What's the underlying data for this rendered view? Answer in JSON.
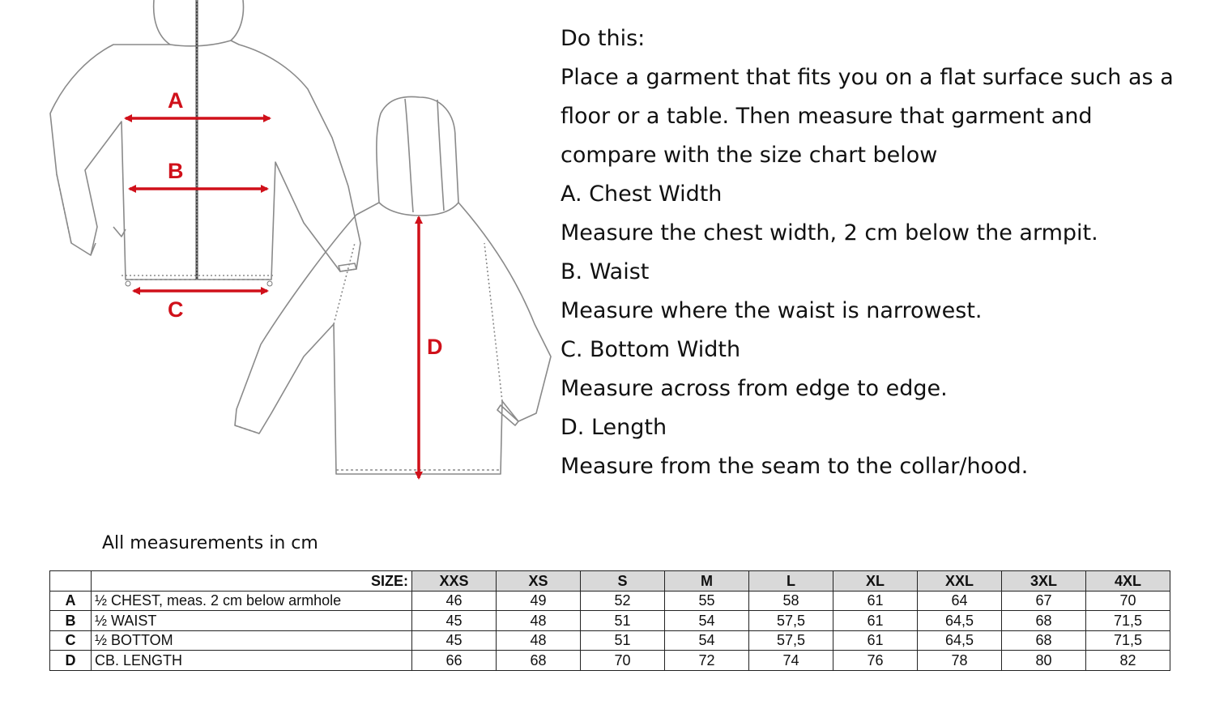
{
  "diagram": {
    "labels": {
      "a": "A",
      "b": "B",
      "c": "C",
      "d": "D"
    },
    "colors": {
      "arrow": "#d0101a",
      "outline": "#8a8a8a"
    }
  },
  "instructions": {
    "heading": "Do this:",
    "intro": [
      "Place a garment that fits you on a flat surface such as a",
      "floor or a table. Then measure that garment and",
      "compare with the size chart below"
    ],
    "a_title": "A. Chest Width",
    "a_text": "Measure the chest width, 2 cm below the armpit.",
    "b_title": "B. Waist",
    "b_text": "Measure where the waist is narrowest.",
    "c_title": "C. Bottom Width",
    "c_text": "Measure across from edge to edge.",
    "d_title": "D. Length",
    "d_text": "Measure from the seam to the collar/hood."
  },
  "units_note": "All measurements in cm",
  "size_table": {
    "size_label": "SIZE:",
    "sizes": [
      "XXS",
      "XS",
      "S",
      "M",
      "L",
      "XL",
      "XXL",
      "3XL",
      "4XL"
    ],
    "rows": [
      {
        "letter": "A",
        "desc": "½ CHEST, meas. 2 cm below armhole",
        "values": [
          "46",
          "49",
          "52",
          "55",
          "58",
          "61",
          "64",
          "67",
          "70"
        ]
      },
      {
        "letter": "B",
        "desc": "½ WAIST",
        "values": [
          "45",
          "48",
          "51",
          "54",
          "57,5",
          "61",
          "64,5",
          "68",
          "71,5"
        ]
      },
      {
        "letter": "C",
        "desc": "½ BOTTOM",
        "values": [
          "45",
          "48",
          "51",
          "54",
          "57,5",
          "61",
          "64,5",
          "68",
          "71,5"
        ]
      },
      {
        "letter": "D",
        "desc": "CB. LENGTH",
        "values": [
          "66",
          "68",
          "70",
          "72",
          "74",
          "76",
          "78",
          "80",
          "82"
        ]
      }
    ]
  }
}
